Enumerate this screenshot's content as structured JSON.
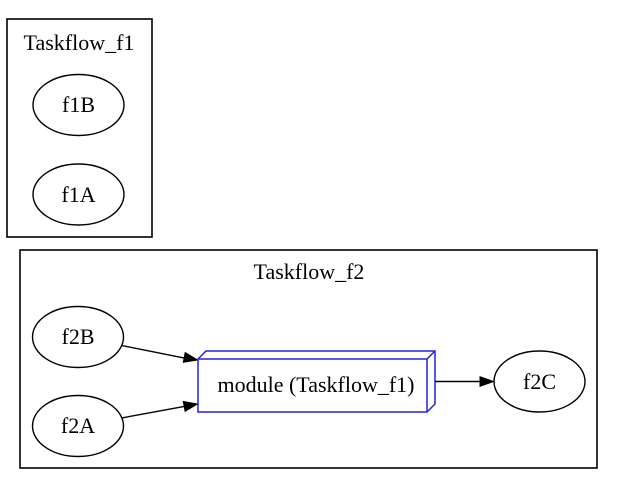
{
  "diagram": {
    "type": "graph",
    "clusters": [
      {
        "id": "cluster_f1",
        "label": "Taskflow_f1",
        "nodes": [
          {
            "id": "f1B",
            "label": "f1B",
            "shape": "ellipse"
          },
          {
            "id": "f1A",
            "label": "f1A",
            "shape": "ellipse"
          }
        ]
      },
      {
        "id": "cluster_f2",
        "label": "Taskflow_f2",
        "nodes": [
          {
            "id": "f2B",
            "label": "f2B",
            "shape": "ellipse"
          },
          {
            "id": "f2A",
            "label": "f2A",
            "shape": "ellipse"
          },
          {
            "id": "f2C",
            "label": "f2C",
            "shape": "ellipse"
          }
        ],
        "module_node": {
          "id": "module",
          "label": "module (Taskflow_f1)",
          "shape": "box3d"
        }
      }
    ],
    "edges": [
      {
        "from": "f2B",
        "to": "module"
      },
      {
        "from": "f2A",
        "to": "module"
      },
      {
        "from": "module",
        "to": "f2C"
      }
    ],
    "colors": {
      "background": "#ffffff",
      "node_stroke": "#000000",
      "edge_stroke": "#000000",
      "text": "#000000",
      "module_stroke": "#2222dd"
    }
  }
}
